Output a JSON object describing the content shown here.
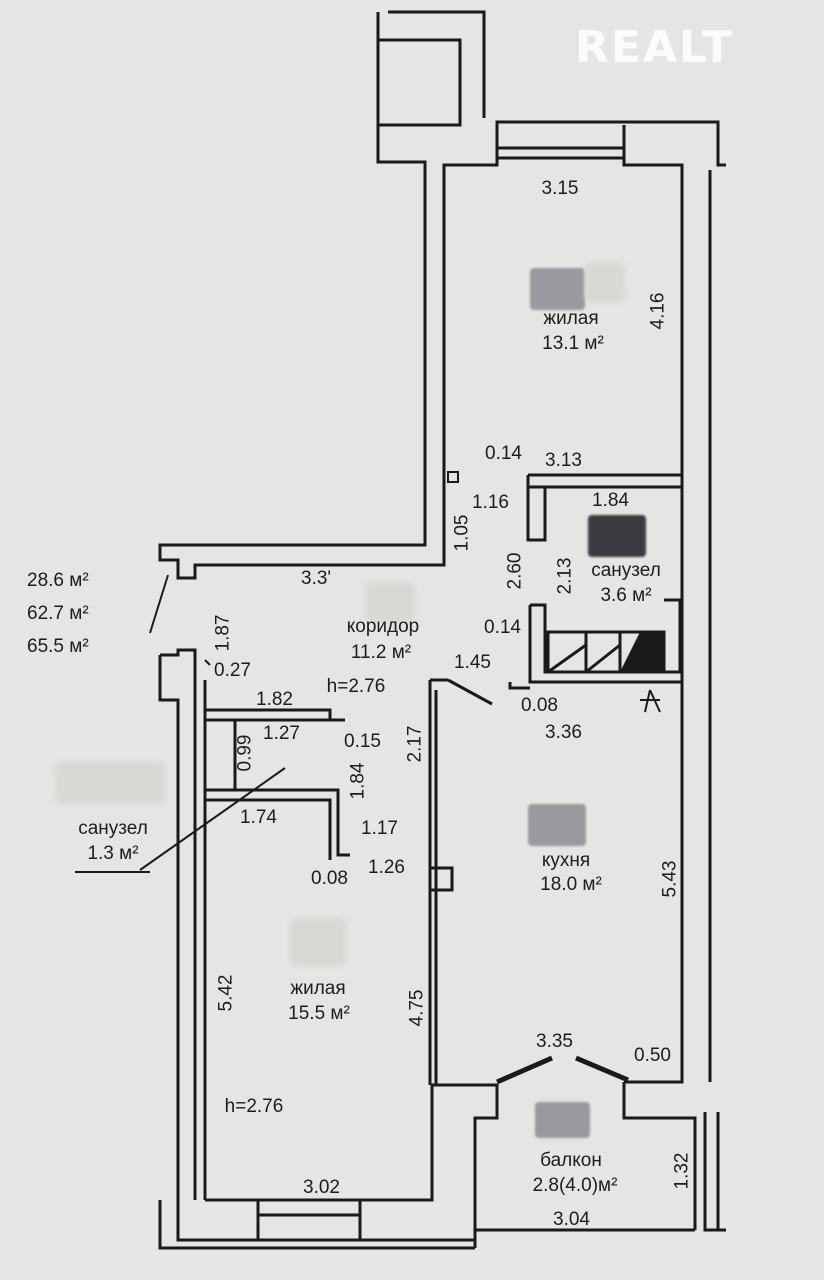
{
  "brand": "REALT",
  "totals": [
    "28.6 м²",
    "62.7 м²",
    "65.5 м²"
  ],
  "rooms": {
    "living1": {
      "name": "жилая",
      "area": "13.1 м²"
    },
    "bath1": {
      "name": "санузел",
      "area": "3.6 м²"
    },
    "corridor": {
      "name": "коридор",
      "area": "11.2 м²",
      "height": "h=2.76"
    },
    "bath2": {
      "name": "санузел",
      "area": "1.3 м²"
    },
    "kitchen": {
      "name": "кухня",
      "area": "18.0 м²"
    },
    "living2": {
      "name": "жилая",
      "area": "15.5 м²",
      "height": "h=2.76"
    },
    "balcony": {
      "name": "балкон",
      "area": "2.8(4.0)м²"
    }
  },
  "dims": {
    "d315": "3.15",
    "d416": "4.16",
    "d014a": "0.14",
    "d313": "3.13",
    "d116": "1.16",
    "d184a": "1.84",
    "d105": "1.05",
    "d260": "2.60",
    "d213": "2.13",
    "d33": "3.3'",
    "d014b": "0.14",
    "d187": "1.87",
    "d027": "0.27",
    "d145": "1.45",
    "d182": "1.82",
    "d008a": "0.08",
    "d127": "1.27",
    "d015": "0.15",
    "d336": "3.36",
    "d099": "0.99",
    "d184b": "1.84",
    "d217": "2.17",
    "d174": "1.74",
    "d117": "1.17",
    "d126": "1.26",
    "d008b": "0.08",
    "d543": "5.43",
    "d542": "5.42",
    "d475": "4.75",
    "d335": "3.35",
    "d050": "0.50",
    "d302": "3.02",
    "d304": "3.04",
    "d132": "1.32"
  }
}
